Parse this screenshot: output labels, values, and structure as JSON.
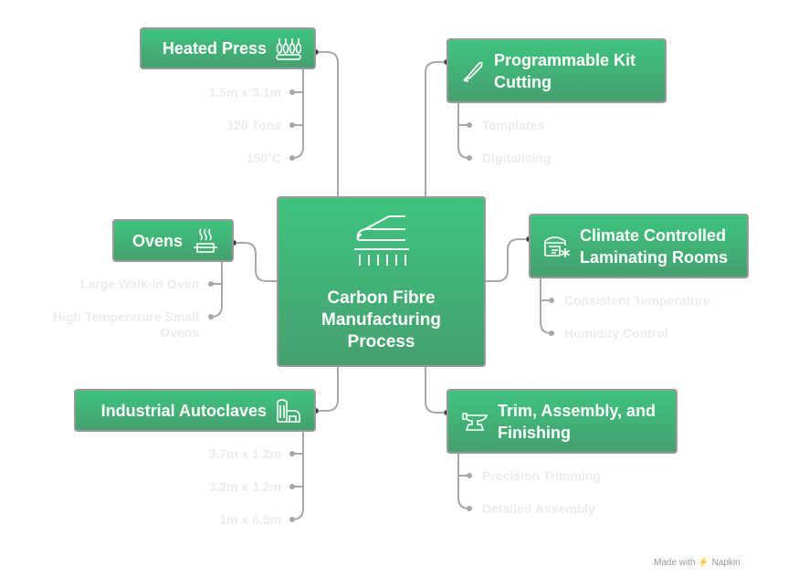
{
  "center": {
    "title": "Carbon Fibre Manufacturing Process",
    "icon": "train-icon"
  },
  "branches": [
    {
      "label": "Heated Press",
      "icon": "press-icon",
      "items": [
        "1.5m x 3.1m",
        "120 Tons",
        "150˚C"
      ]
    },
    {
      "label": "Programmable Kit Cutting",
      "icon": "knife-icon",
      "items": [
        "Templates",
        "Digitalising"
      ]
    },
    {
      "label": "Ovens",
      "icon": "oven-icon",
      "items": [
        "Large Walk-in Oven",
        "High Temperature Small Ovens"
      ]
    },
    {
      "label": "Climate Controlled Laminating Rooms",
      "icon": "climate-room-icon",
      "items": [
        "Consistent Temperature",
        "Humidity Control"
      ]
    },
    {
      "label": "Industrial Autoclaves",
      "icon": "autoclave-icon",
      "items": [
        "3.7m x 1.2m",
        "3.2m x 1.2m",
        "1m x 0.5m"
      ]
    },
    {
      "label": "Trim, Assembly, and Finishing",
      "icon": "anvil-icon",
      "items": [
        "Precision Trimming",
        "Detailed Assembly"
      ]
    }
  ],
  "footer": "Made with ⚡ Napkin",
  "colors": {
    "node_top": "#3dc47e",
    "node_bottom": "#45a06f",
    "border": "#9a9a9a",
    "sub_text": "#ececec"
  }
}
